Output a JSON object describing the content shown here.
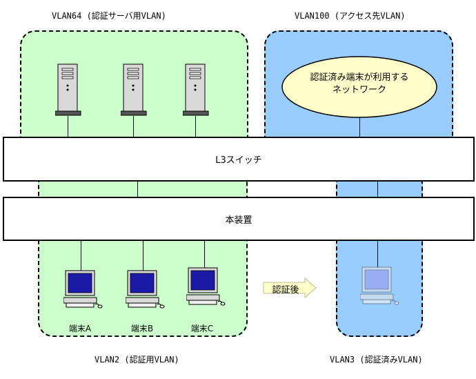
{
  "zones": {
    "vlan64": {
      "label": "VLAN64 (認証サーバ用VLAN)",
      "color": "#ccffcc"
    },
    "vlan100": {
      "label": "VLAN100 (アクセス先VLAN)",
      "color": "#99ccff"
    },
    "vlan2": {
      "label": "VLAN2 (認証用VLAN)",
      "color": "#ccffcc"
    },
    "vlan3": {
      "label": "VLAN3 (認証済みVLAN)",
      "color": "#99ccff"
    }
  },
  "network_cloud": {
    "line1": "認証済み端末が利用する",
    "line2": "ネットワーク"
  },
  "l3_switch": {
    "label": "L3スイッチ"
  },
  "device": {
    "label": "本装置"
  },
  "arrow": {
    "label": "認証後"
  },
  "terminals": [
    {
      "label": "端末A"
    },
    {
      "label": "端末B"
    },
    {
      "label": "端末C"
    }
  ]
}
